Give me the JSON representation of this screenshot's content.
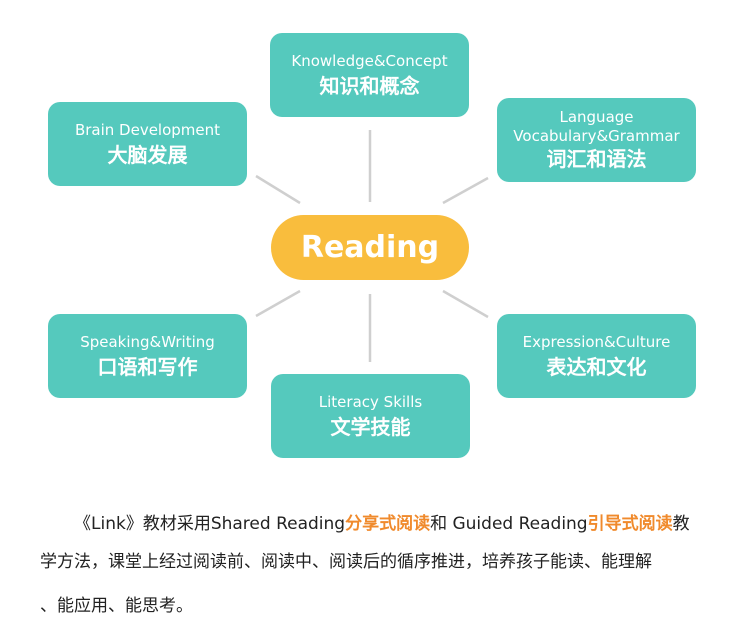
{
  "center": "Reading",
  "nodes": [
    {
      "en": "Knowledge&Concept",
      "zh": "知识和概念"
    },
    {
      "en": "Brain Development",
      "zh": "大脑发展"
    },
    {
      "en": "Language\nVocabulary&Grammar",
      "en1": "Language",
      "en2": "Vocabulary&Grammar",
      "zh": "词汇和语法"
    },
    {
      "en": "Speaking&Writing",
      "zh": "口语和写作"
    },
    {
      "en": "Expression&Culture",
      "zh": "表达和文化"
    },
    {
      "en": "Literacy Skills",
      "zh": "文学技能"
    }
  ],
  "paragraph": {
    "t1": "《Link》教材采用Shared Reading",
    "h1": "分享式阅读",
    "t2": "和 Guided Reading",
    "h2": "引导式阅读",
    "t3": "教",
    "line2": "学方法，课堂上经过阅读前、阅读中、阅读后的循序推进，培养孩子能读、能理解",
    "line3": "、能应用、能思考。"
  },
  "colors": {
    "teal": "#55c9bd",
    "yellow": "#f9bd3d",
    "orange": "#f08a2c"
  }
}
